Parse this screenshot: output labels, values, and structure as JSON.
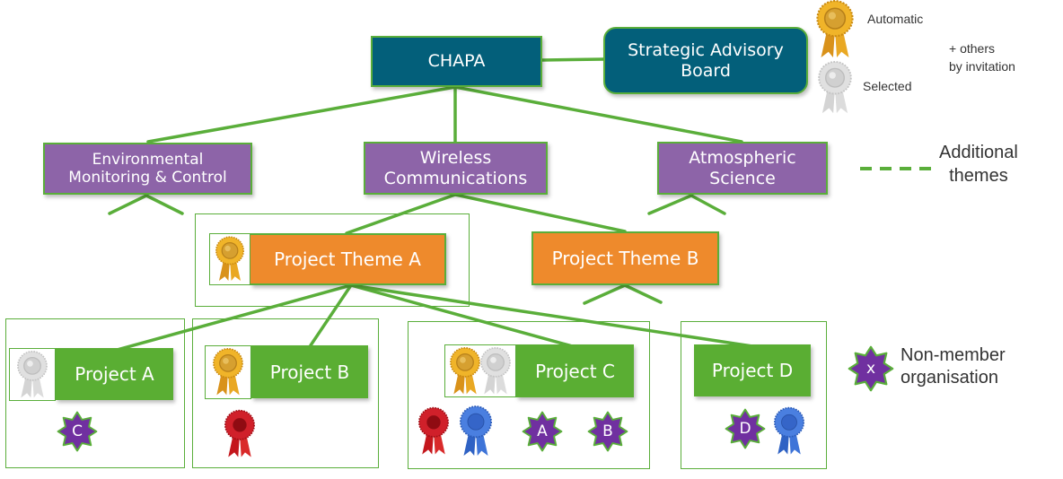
{
  "colors": {
    "connector": "#5aae3a",
    "root": "#035f7a",
    "theme": "#8d64a8",
    "project_theme": "#ee8a2c",
    "project": "#5aae33",
    "non_member": "#7030a0",
    "ribbon_gold": "#e8a91c",
    "ribbon_silver": "#cfcfcf",
    "ribbon_red": "#c8161d",
    "ribbon_blue": "#3a6fd0"
  },
  "root": {
    "label": "CHAPA"
  },
  "advisory_board": {
    "label_line1": "Strategic Advisory",
    "label_line2": "Board"
  },
  "themes": [
    {
      "line1": "Environmental",
      "line2": "Monitoring & Control"
    },
    {
      "line1": "Wireless",
      "line2": "Communications"
    },
    {
      "line1": "Atmospheric",
      "line2": "Science"
    }
  ],
  "project_themes": [
    {
      "label": "Project Theme A",
      "badges": [
        "gold-ribbon"
      ]
    },
    {
      "label": "Project Theme B",
      "badges": []
    }
  ],
  "projects": [
    {
      "label": "Project A",
      "badges": [
        "silver-ribbon"
      ],
      "members": [
        "non-member C"
      ],
      "non_member_labels": [
        "C"
      ]
    },
    {
      "label": "Project B",
      "badges": [
        "gold-ribbon"
      ],
      "members": [
        "red-ribbon"
      ]
    },
    {
      "label": "Project C",
      "badges": [
        "gold-ribbon",
        "silver-ribbon"
      ],
      "members": [
        "red-ribbon",
        "blue-ribbon",
        "non-member A",
        "non-member B"
      ],
      "non_member_labels": [
        "A",
        "B"
      ]
    },
    {
      "label": "Project D",
      "badges": [],
      "members": [
        "non-member D",
        "blue-ribbon"
      ],
      "non_member_labels": [
        "D"
      ]
    }
  ],
  "legend": {
    "automatic": "Automatic",
    "selected": "Selected",
    "others_line1": "+ others",
    "others_line2": "by invitation",
    "additional_line1": "Additional",
    "additional_line2": "themes",
    "non_member_symbol": "x",
    "non_member_line1": "Non-member",
    "non_member_line2": "organisation"
  }
}
